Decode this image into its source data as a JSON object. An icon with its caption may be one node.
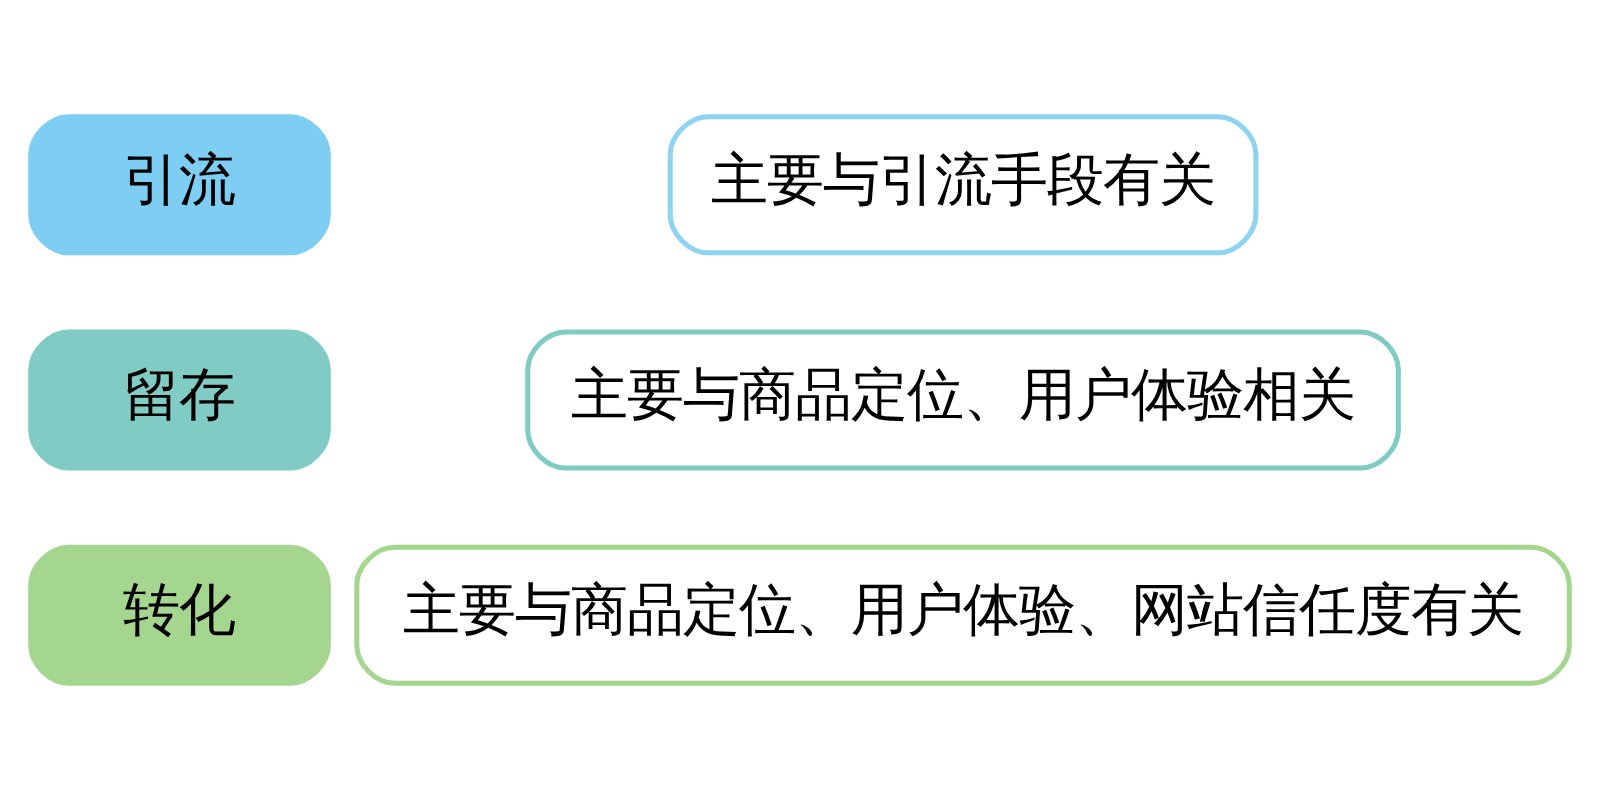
{
  "diagram": {
    "nodes": [
      {
        "text": [
          "引流"
        ]
      },
      {
        "text": [
          "主要与引流手段有关"
        ]
      },
      {
        "text": [
          "留存"
        ]
      },
      {
        "text": [
          "主要与商品定位、用户体验相关"
        ]
      },
      {
        "text": [
          "转化"
        ]
      },
      {
        "text": [
          "主要与商品定位、用户体验、网站信任度有关"
        ]
      }
    ]
  }
}
